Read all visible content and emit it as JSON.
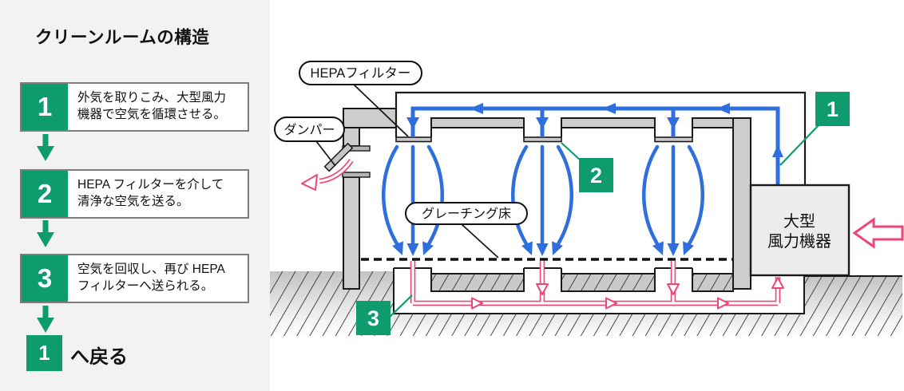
{
  "sidebar": {
    "title": "クリーンルームの構造",
    "steps": [
      {
        "num": "1",
        "lines": [
          "外気を取りこみ、大型風力",
          "機器で空気を循環させる。"
        ]
      },
      {
        "num": "2",
        "lines": [
          "HEPA フィルターを介して",
          "清浄な空気を送る。"
        ]
      },
      {
        "num": "3",
        "lines": [
          "空気を回収し、再び HEPA",
          "フィルターへ送られる。"
        ]
      }
    ],
    "return_step": {
      "num": "1",
      "label": "へ戻る"
    }
  },
  "diagram": {
    "callouts": {
      "hepa": "HEPAフィルター",
      "damper": "ダンパー",
      "grating": "グレーチング床"
    },
    "machine": {
      "line1": "大型",
      "line2": "風力機器"
    },
    "badges": {
      "b1": "1",
      "b2": "2",
      "b3": "3"
    }
  },
  "colors": {
    "green": "#0e9b6e",
    "blue": "#2e6fdd",
    "pink": "#ee4677",
    "wall_gray": "#cdcdcd",
    "sidebar_bg": "#f2f2f2"
  }
}
